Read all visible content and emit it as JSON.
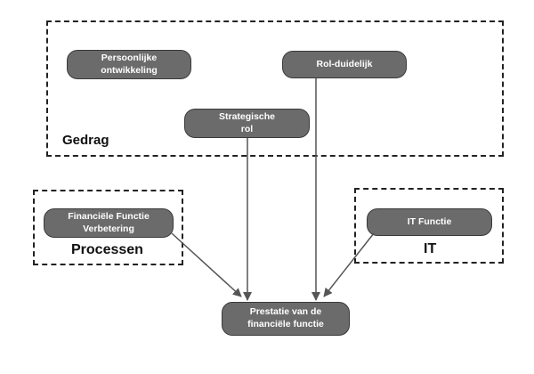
{
  "groups": {
    "gedrag": {
      "label": "Gedrag"
    },
    "processen": {
      "label": "Processen"
    },
    "it": {
      "label": "IT"
    }
  },
  "nodes": {
    "persoonlijke": {
      "line1": "Persoonlijke",
      "line2": "ontwikkeling"
    },
    "rol_duidelijk": {
      "line1": "Rol-duidelijk"
    },
    "strategische": {
      "line1": "Strategische",
      "line2": "rol"
    },
    "financiele_verbetering": {
      "line1": "Financiële Functie",
      "line2": "Verbetering"
    },
    "it_functie": {
      "line1": "IT Functie"
    },
    "prestatie": {
      "line1": "Prestatie van de",
      "line2": "financiële functie"
    }
  },
  "colors": {
    "node_fill": "#6b6b6b",
    "node_border": "#3a3a3a",
    "node_text": "#ffffff",
    "dashed_border": "#222222",
    "arrow": "#555555"
  }
}
